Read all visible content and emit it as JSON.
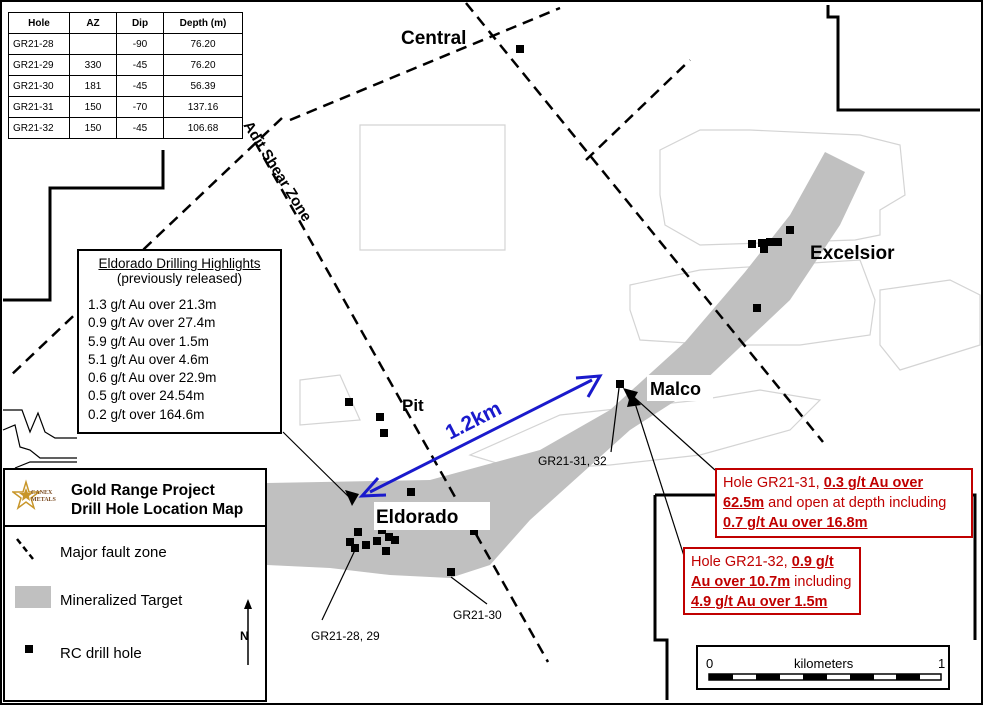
{
  "map_title": "Gold Range Project Drill Hole Location Map",
  "title_line1": "Gold Range Project",
  "title_line2": "Drill Hole Location Map",
  "logo_text_top": "CANEX",
  "logo_text_bottom": "METALS",
  "hole_table": {
    "headers": [
      "Hole",
      "AZ",
      "Dip",
      "Depth (m)"
    ],
    "rows": [
      {
        "hole": "GR21-28",
        "az": "",
        "dip": "-90",
        "depth": "76.20"
      },
      {
        "hole": "GR21-29",
        "az": "330",
        "dip": "-45",
        "depth": "76.20"
      },
      {
        "hole": "GR21-30",
        "az": "181",
        "dip": "-45",
        "depth": "56.39"
      },
      {
        "hole": "GR21-31",
        "az": "150",
        "dip": "-70",
        "depth": "137.16"
      },
      {
        "hole": "GR21-32",
        "az": "150",
        "dip": "-45",
        "depth": "106.68"
      }
    ]
  },
  "labels": {
    "central": "Central",
    "excelsior": "Excelsior",
    "malco": "Malco",
    "pit": "Pit",
    "eldorado": "Eldorado",
    "fault": "Adit Shear Zone",
    "distance": "1.2km",
    "hole_28_29": "GR21-28, 29",
    "hole_30": "GR21-30",
    "hole_31_32": "GR21-31, 32"
  },
  "highlights": {
    "title": "Eldorado Drilling Highlights",
    "subtitle": "(previously released)",
    "items": [
      "1.3 g/t Au over 21.3m",
      "0.9 g/t Av over 27.4m",
      "5.9 g/t Au over 1.5m",
      "5.1 g/t Au over 4.6m",
      "0.6 g/t Au over 22.9m",
      "0.5 g/t over 24.54m",
      "0.2 g/t over 164.6m"
    ]
  },
  "callout_31": {
    "part1": "Hole GR21-31, ",
    "bold1": "0.3 g/t Au over 62.5m",
    "part2": " and open at depth including ",
    "bold2": "0.7 g/t Au over 16.8m"
  },
  "callout_32": {
    "part1": "Hole GR21-32, ",
    "bold1": "0.9 g/t Au over 10.7m",
    "part2": " including ",
    "bold2": "4.9 g/t Au over 1.5m"
  },
  "legend": {
    "fault": "Major fault zone",
    "target": "Mineralized Target",
    "drill": "RC drill hole",
    "north": "N"
  },
  "scale": {
    "start": "0",
    "unit": "kilometers",
    "end": "1"
  },
  "colors": {
    "target": "#c0c0c0",
    "arrow": "#1a1acc",
    "callout": "#c00000",
    "claims": "#d9d9d9"
  }
}
